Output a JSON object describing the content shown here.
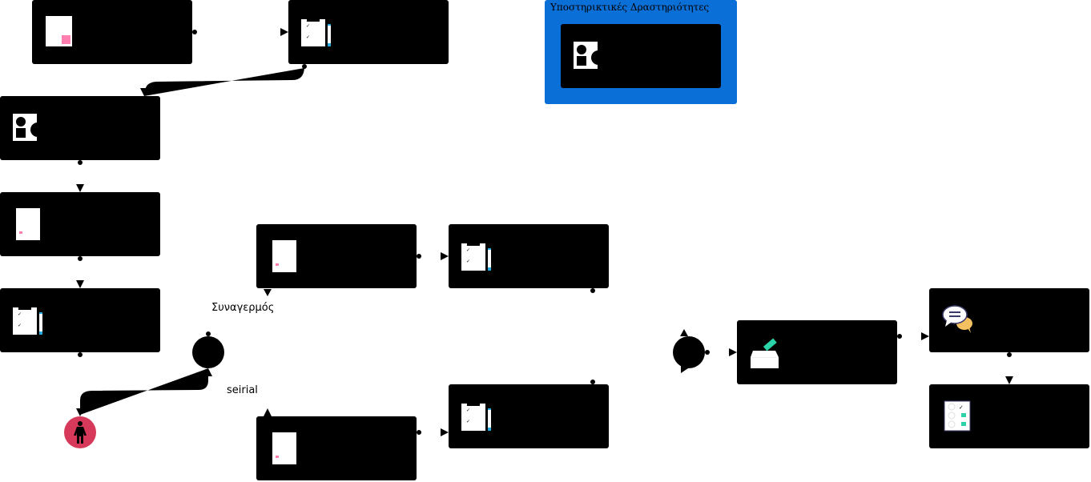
{
  "group": {
    "title": "Υποστηρικτικές Δραστηριότητες",
    "color": "#0a6fd6"
  },
  "labels": {
    "alarm": "Συναγερμός",
    "serial": "seirial"
  },
  "colors": {
    "start_event": "#d6395a",
    "accent_pink": "#ff7eb0",
    "accent_teal": "#2bd4a8",
    "accent_blue": "#2aa8e0"
  }
}
